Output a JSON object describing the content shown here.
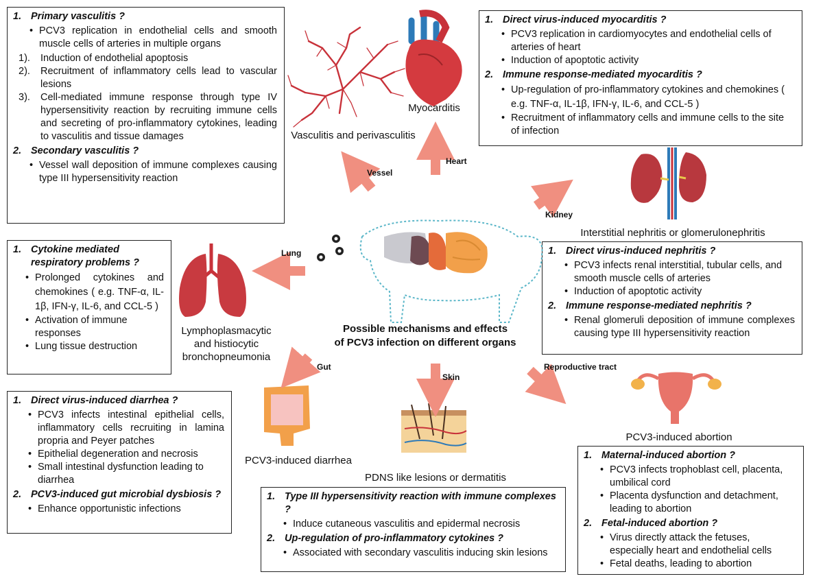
{
  "center_title": [
    "Possible mechanisms and effects",
    "of PCV3 infection on different organs"
  ],
  "organ_labels": {
    "vessel": "Vasculitis and perivasculitis",
    "heart": "Myocarditis",
    "kidney": "Interstitial nephritis or glomerulonephritis",
    "lung": [
      "Lymphoplasmacytic",
      "and histiocytic",
      "bronchopneumonia"
    ],
    "gut": "PCV3-induced diarrhea",
    "skin": "PDNS like lesions or dermatitis",
    "repro": "PCV3-induced abortion"
  },
  "arrow_labels": {
    "vessel": "Vessel",
    "heart": "Heart",
    "kidney": "Kidney",
    "lung": "Lung",
    "gut": "Gut",
    "skin": "Skin",
    "repro": "Reproductive tract"
  },
  "boxes": {
    "vasculitis": {
      "sections": [
        {
          "n": "1.",
          "title": "Primary vasculitis ?"
        },
        {
          "n": "2.",
          "title": "Secondary vasculitis ?"
        }
      ],
      "s1_items": [
        "PCV3 replication in endothelial cells and smooth muscle cells of arteries in multiple organs"
      ],
      "s1_numbered": [
        {
          "n": "1).",
          "t": "Induction of endothelial apoptosis"
        },
        {
          "n": "2).",
          "t": "Recruitment of inflammatory cells lead to vascular lesions"
        },
        {
          "n": "3).",
          "t": "Cell-mediated immune response through type IV hypersensitivity reaction by recruiting immune cells and secreting of pro-inflammatory cytokines, leading to vasculitis and tissue damages"
        }
      ],
      "s2_items": [
        "Vessel wall deposition of immune complexes causing type III hypersensitivity reaction"
      ]
    },
    "myocarditis": {
      "sections": [
        {
          "n": "1.",
          "title": "Direct virus-induced myocarditis ?"
        },
        {
          "n": "2.",
          "title": "Immune response-mediated myocarditis ?"
        }
      ],
      "s1_items": [
        "PCV3 replication in cardiomyocytes and endothelial cells of arteries of heart",
        "Induction of apoptotic activity"
      ],
      "s2_items": [
        "Up-regulation of pro-inflammatory cytokines and chemokines ( e.g. TNF-α, IL-1β, IFN-γ, IL-6, and CCL-5 )",
        "Recruitment of inflammatory cells and immune cells to the site of infection"
      ]
    },
    "lung": {
      "sections": [
        {
          "n": "1.",
          "title": "Cytokine mediated respiratory problems ?"
        }
      ],
      "s1_items": [
        "Prolonged cytokines and chemokines ( e.g. TNF-α, IL-1β, IFN-γ, IL-6, and CCL-5 )",
        "Activation of immune responses",
        "Lung tissue destruction"
      ]
    },
    "nephritis": {
      "sections": [
        {
          "n": "1.",
          "title": "Direct virus-induced nephritis ?"
        },
        {
          "n": "2.",
          "title": "Immune response-mediated nephritis ?"
        }
      ],
      "s1_items": [
        "PCV3 infects renal interstitial, tubular cells, and smooth muscle cells of arteries",
        "Induction of apoptotic activity"
      ],
      "s2_items": [
        "Renal glomeruli deposition of immune complexes causing type III hypersensitivity reaction"
      ]
    },
    "diarrhea": {
      "sections": [
        {
          "n": "1.",
          "title": "Direct virus-induced diarrhea ?"
        },
        {
          "n": "2.",
          "title": "PCV3-induced gut microbial dysbiosis ?"
        }
      ],
      "s1_items": [
        "PCV3 infects intestinal epithelial cells, inflammatory cells recruiting in lamina propria and Peyer patches",
        "Epithelial degeneration and necrosis",
        "Small intestinal dysfunction leading to diarrhea"
      ],
      "s2_items": [
        "Enhance opportunistic infections"
      ]
    },
    "skin": {
      "sections": [
        {
          "n": "1.",
          "title": "Type III hypersensitivity reaction with immune complexes ?"
        },
        {
          "n": "2.",
          "title": "Up-regulation of pro-inflammatory cytokines ?"
        }
      ],
      "s1_items": [
        "Induce cutaneous vasculitis and epidermal necrosis"
      ],
      "s2_items": [
        "Associated with secondary vasculitis inducing skin lesions"
      ]
    },
    "abortion": {
      "sections": [
        {
          "n": "1.",
          "title": "Maternal-induced abortion ?"
        },
        {
          "n": "2.",
          "title": "Fetal-induced abortion ?"
        }
      ],
      "s1_items": [
        "PCV3 infects trophoblast cell, placenta, umbilical cord",
        "Placenta dysfunction and detachment, leading to abortion"
      ],
      "s2_items": [
        "Virus directly attack the fetuses, especially heart and endothelial cells",
        "Fetal deaths, leading to abortion"
      ]
    }
  },
  "colors": {
    "arrow": "#f08f80",
    "organ_red": "#c8323a",
    "pig_outline": "#5ab6c8",
    "gut": "#f2a04a",
    "uterus": "#e8746a"
  }
}
